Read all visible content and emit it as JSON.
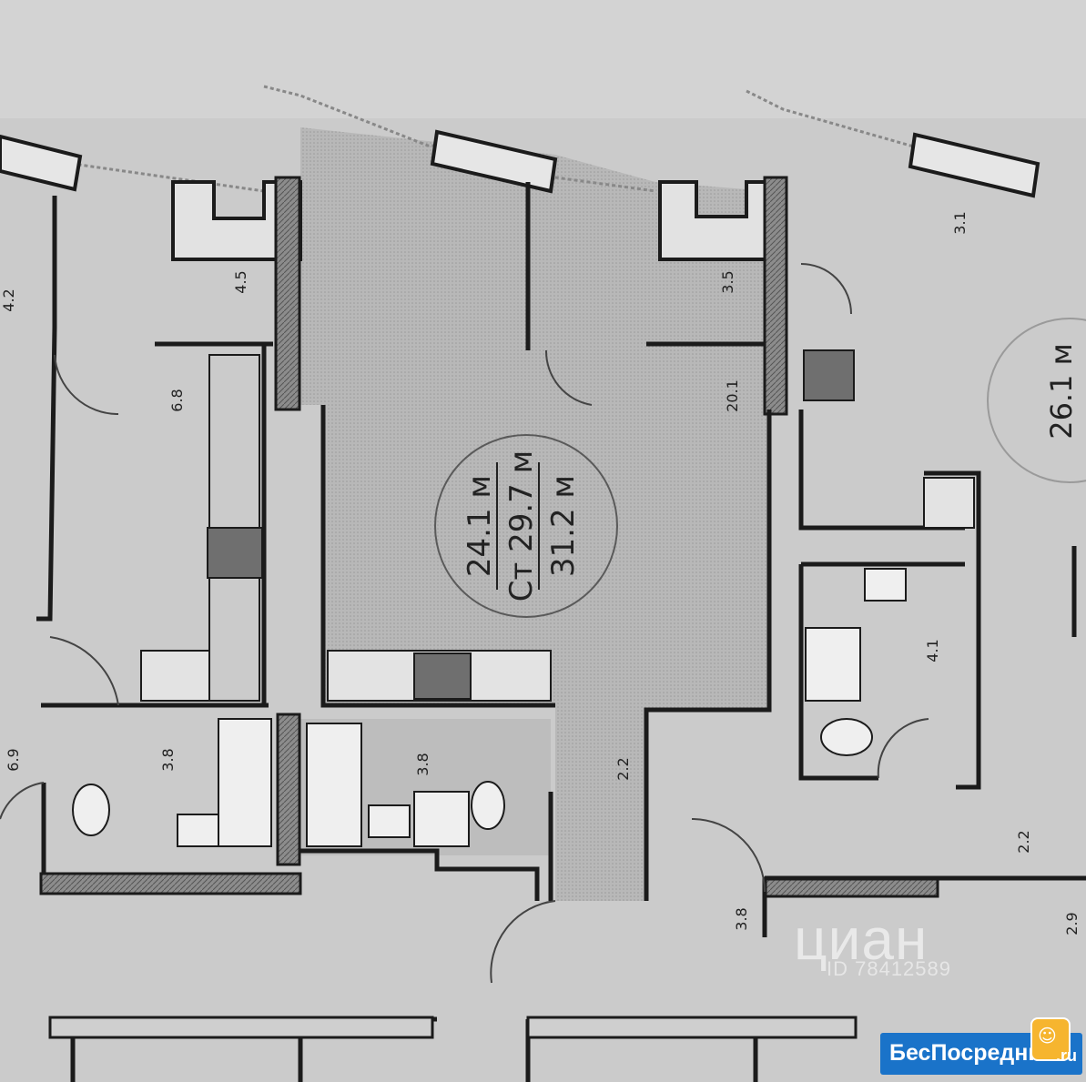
{
  "plan": {
    "main_room": {
      "label_area": "24.1 м",
      "label_total": "Ст 29.7 м",
      "label_total_balcony": "31.2 м"
    },
    "right_room_label": "26.1 м",
    "small_labels": {
      "left_corridor": "4.5",
      "left_kitchen": "6.8",
      "left_bath_a": "6.9",
      "left_bath_b": "3.8",
      "center_bath": "3.8",
      "right_balcony_a": "3.5",
      "right_balcony_b": "3.1",
      "right_room_small": "20.1",
      "right_bath": "4.1",
      "hall": "2.2",
      "far_left": "4.2",
      "far_right_a": "2.2",
      "far_right_b": "3.8",
      "far_right_c": "2.9"
    }
  },
  "watermarks": {
    "cian": "циан",
    "cian_id": "ID 78412589",
    "besposrednika": "БесПосредника",
    "besposrednika_tld": ".ru",
    "besposrednika_logo": "face-logo-icon"
  },
  "colors": {
    "background": "#c9c9c9",
    "floor": "#bdbdbd",
    "wall": "#1b1b1b",
    "badge": "#1a73c9",
    "badge_logo": "#f6b52f"
  }
}
